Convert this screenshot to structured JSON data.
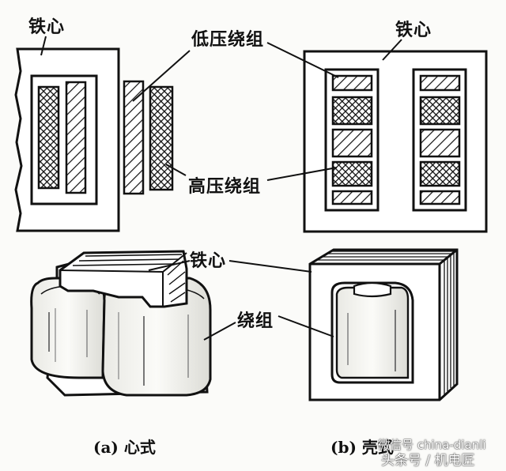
{
  "labels": {
    "core_top_left": "铁心",
    "lv_winding": "低压绕组",
    "hv_winding": "高压绕组",
    "core_top_right": "铁心",
    "core_bottom": "铁心",
    "winding_bottom": "绕组"
  },
  "captions": {
    "a": "(a) 心式",
    "b": "(b) 壳式"
  },
  "watermark": {
    "line1": "微信号 china-dianli",
    "line2": "头条号 / 机电匠"
  }
}
